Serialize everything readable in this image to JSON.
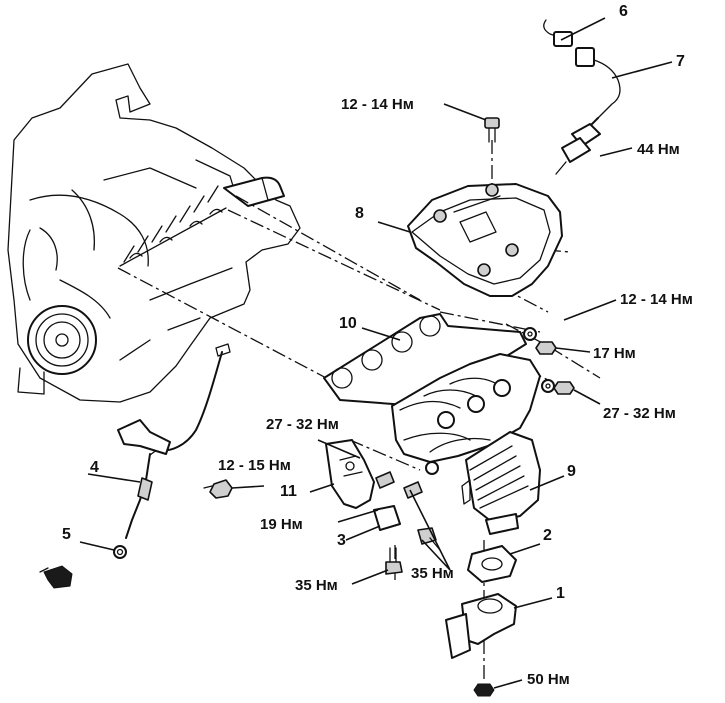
{
  "callouts": {
    "p1": "1",
    "p2": "2",
    "p3": "3",
    "p4": "4",
    "p5": "5",
    "p6": "6",
    "p7": "7",
    "p8": "8",
    "p9": "9",
    "p10": "10",
    "p11": "11"
  },
  "torques": {
    "t_12_14_top": "12 - 14 Нм",
    "t_44": "44 Нм",
    "t_12_14_mid": "12 - 14 Нм",
    "t_17": "17 Нм",
    "t_27_32_right": "27 - 32 Нм",
    "t_27_32_left": "27 - 32 Нм",
    "t_12_15": "12 - 15 Нм",
    "t_19": "19 Нм",
    "t_35_left": "35 Нм",
    "t_35_right": "35 Нм",
    "t_50": "50 Нм"
  }
}
